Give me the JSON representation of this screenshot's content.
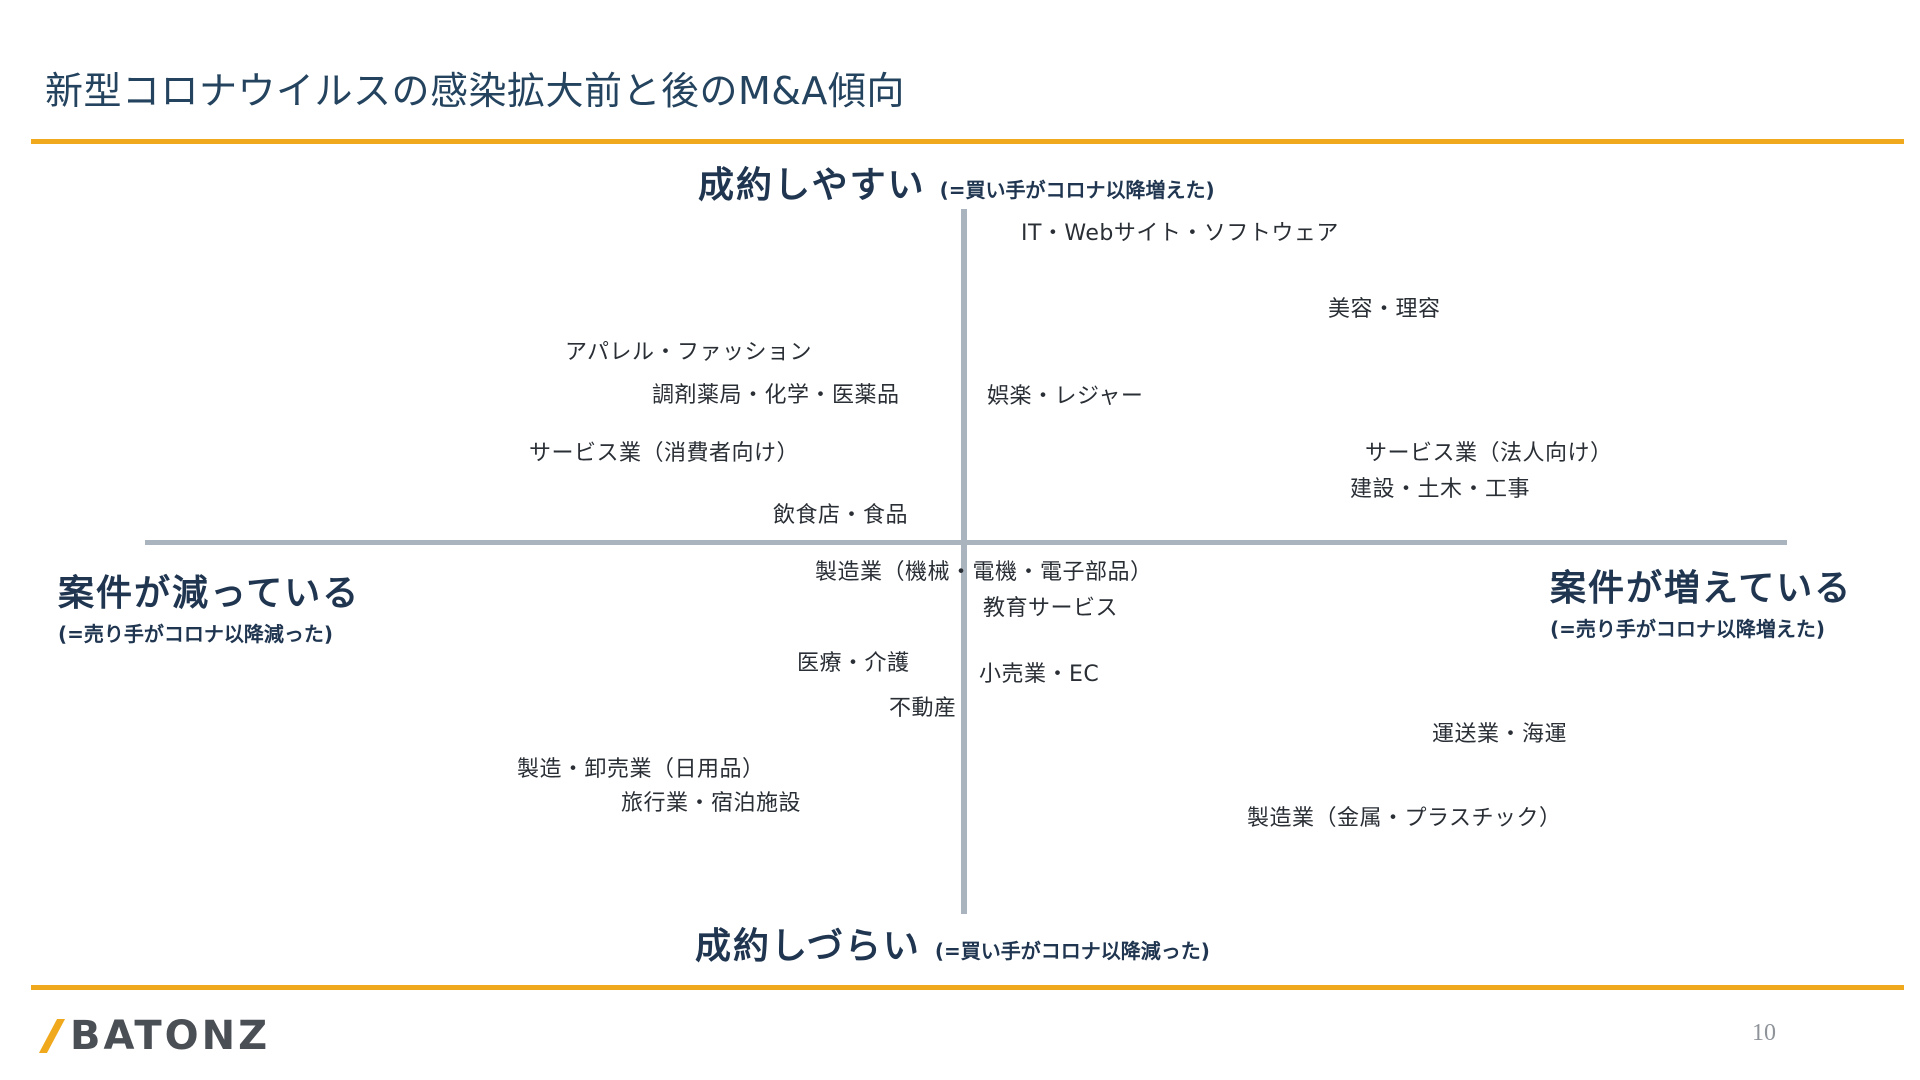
{
  "title": "新型コロナウイルスの感染拡大前と後のM&A傾向",
  "axes": {
    "top": {
      "main": "成約しやすい",
      "sub": "(=買い手がコロナ以降増えた)"
    },
    "bottom": {
      "main": "成約しづらい",
      "sub": "(=買い手がコロナ以降減った)"
    },
    "left": {
      "main": "案件が減っている",
      "sub": "(=売り手がコロナ以降減った)"
    },
    "right": {
      "main": "案件が増えている",
      "sub": "(=売り手がコロナ以降増えた)"
    }
  },
  "industries": [
    "IT・Webサイト・ソフトウェア",
    "美容・理容",
    "アパレル・ファッション",
    "調剤薬局・化学・医薬品",
    "娯楽・レジャー",
    "サービス業（消費者向け）",
    "サービス業（法人向け）",
    "建設・土木・工事",
    "飲食店・食品",
    "製造業（機械・電機・電子部品）",
    "教育サービス",
    "医療・介護",
    "小売業・EC",
    "不動産",
    "運送業・海運",
    "製造・卸売業（日用品）",
    "旅行業・宿泊施設",
    "製造業（金属・プラスチック）"
  ],
  "logo": {
    "text": "BATONZ"
  },
  "page_number": "10",
  "colors": {
    "accent": "#f0a91c",
    "title": "#24435e",
    "axis": "#a9b4bf",
    "axis_label": "#1f3550"
  }
}
